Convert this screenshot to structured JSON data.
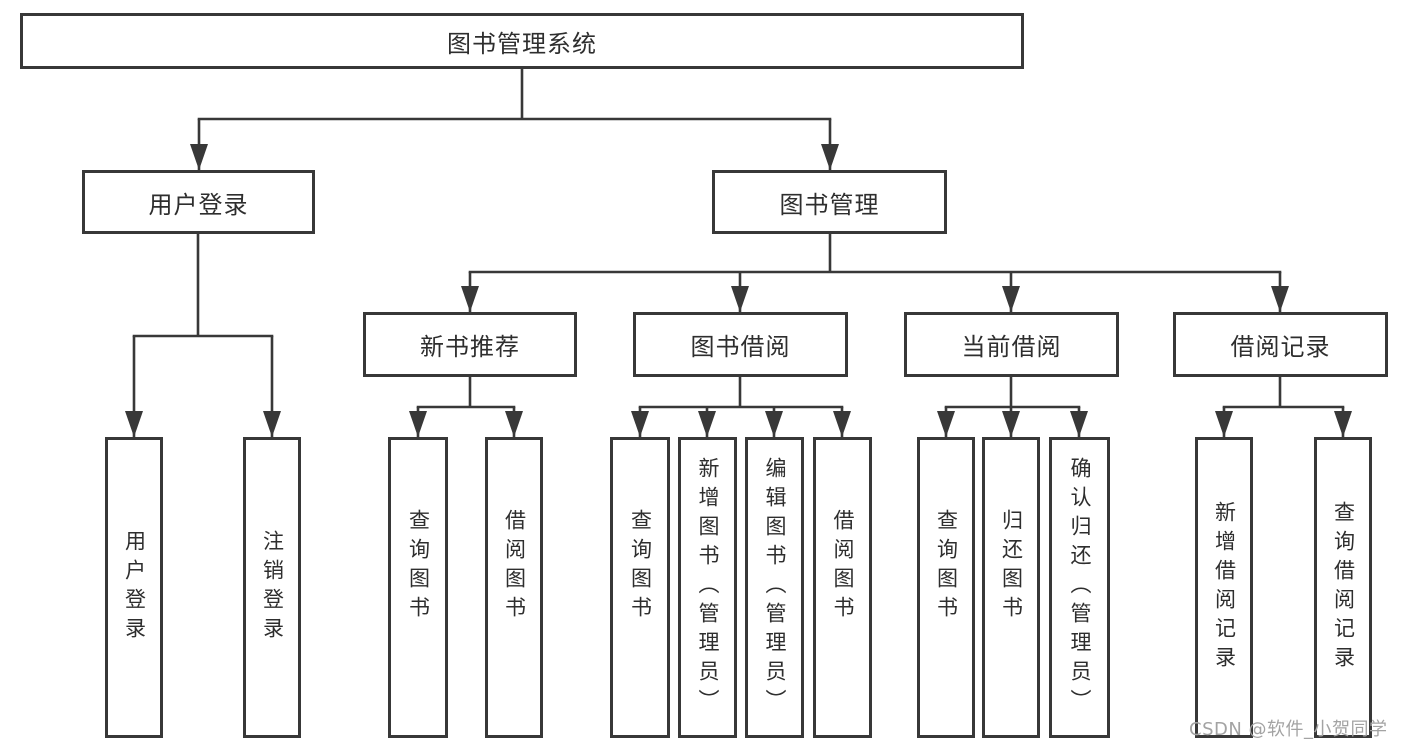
{
  "tree": {
    "root": {
      "label": "图书管理系统",
      "children": [
        {
          "label": "用户登录",
          "children": [
            {
              "label": "用户登录"
            },
            {
              "label": "注销登录"
            }
          ]
        },
        {
          "label": "图书管理",
          "children": [
            {
              "label": "新书推荐",
              "children": [
                {
                  "label": "查询图书"
                },
                {
                  "label": "借阅图书"
                }
              ]
            },
            {
              "label": "图书借阅",
              "children": [
                {
                  "label": "查询图书"
                },
                {
                  "label": "新增图书（管理员）"
                },
                {
                  "label": "编辑图书（管理员）"
                },
                {
                  "label": "借阅图书"
                }
              ]
            },
            {
              "label": "当前借阅",
              "children": [
                {
                  "label": "查询图书"
                },
                {
                  "label": "归还图书"
                },
                {
                  "label": "确认归还（管理员）"
                }
              ]
            },
            {
              "label": "借阅记录",
              "children": [
                {
                  "label": "新增借阅记录"
                },
                {
                  "label": "查询借阅记录"
                }
              ]
            }
          ]
        }
      ]
    }
  },
  "watermark": {
    "text": "CSDN @软件_小贺同学"
  },
  "colors": {
    "line": "#383838",
    "box_border": "#383838",
    "text": "#2e2e2e",
    "watermark": "#a3a3a3",
    "background": "#ffffff"
  }
}
